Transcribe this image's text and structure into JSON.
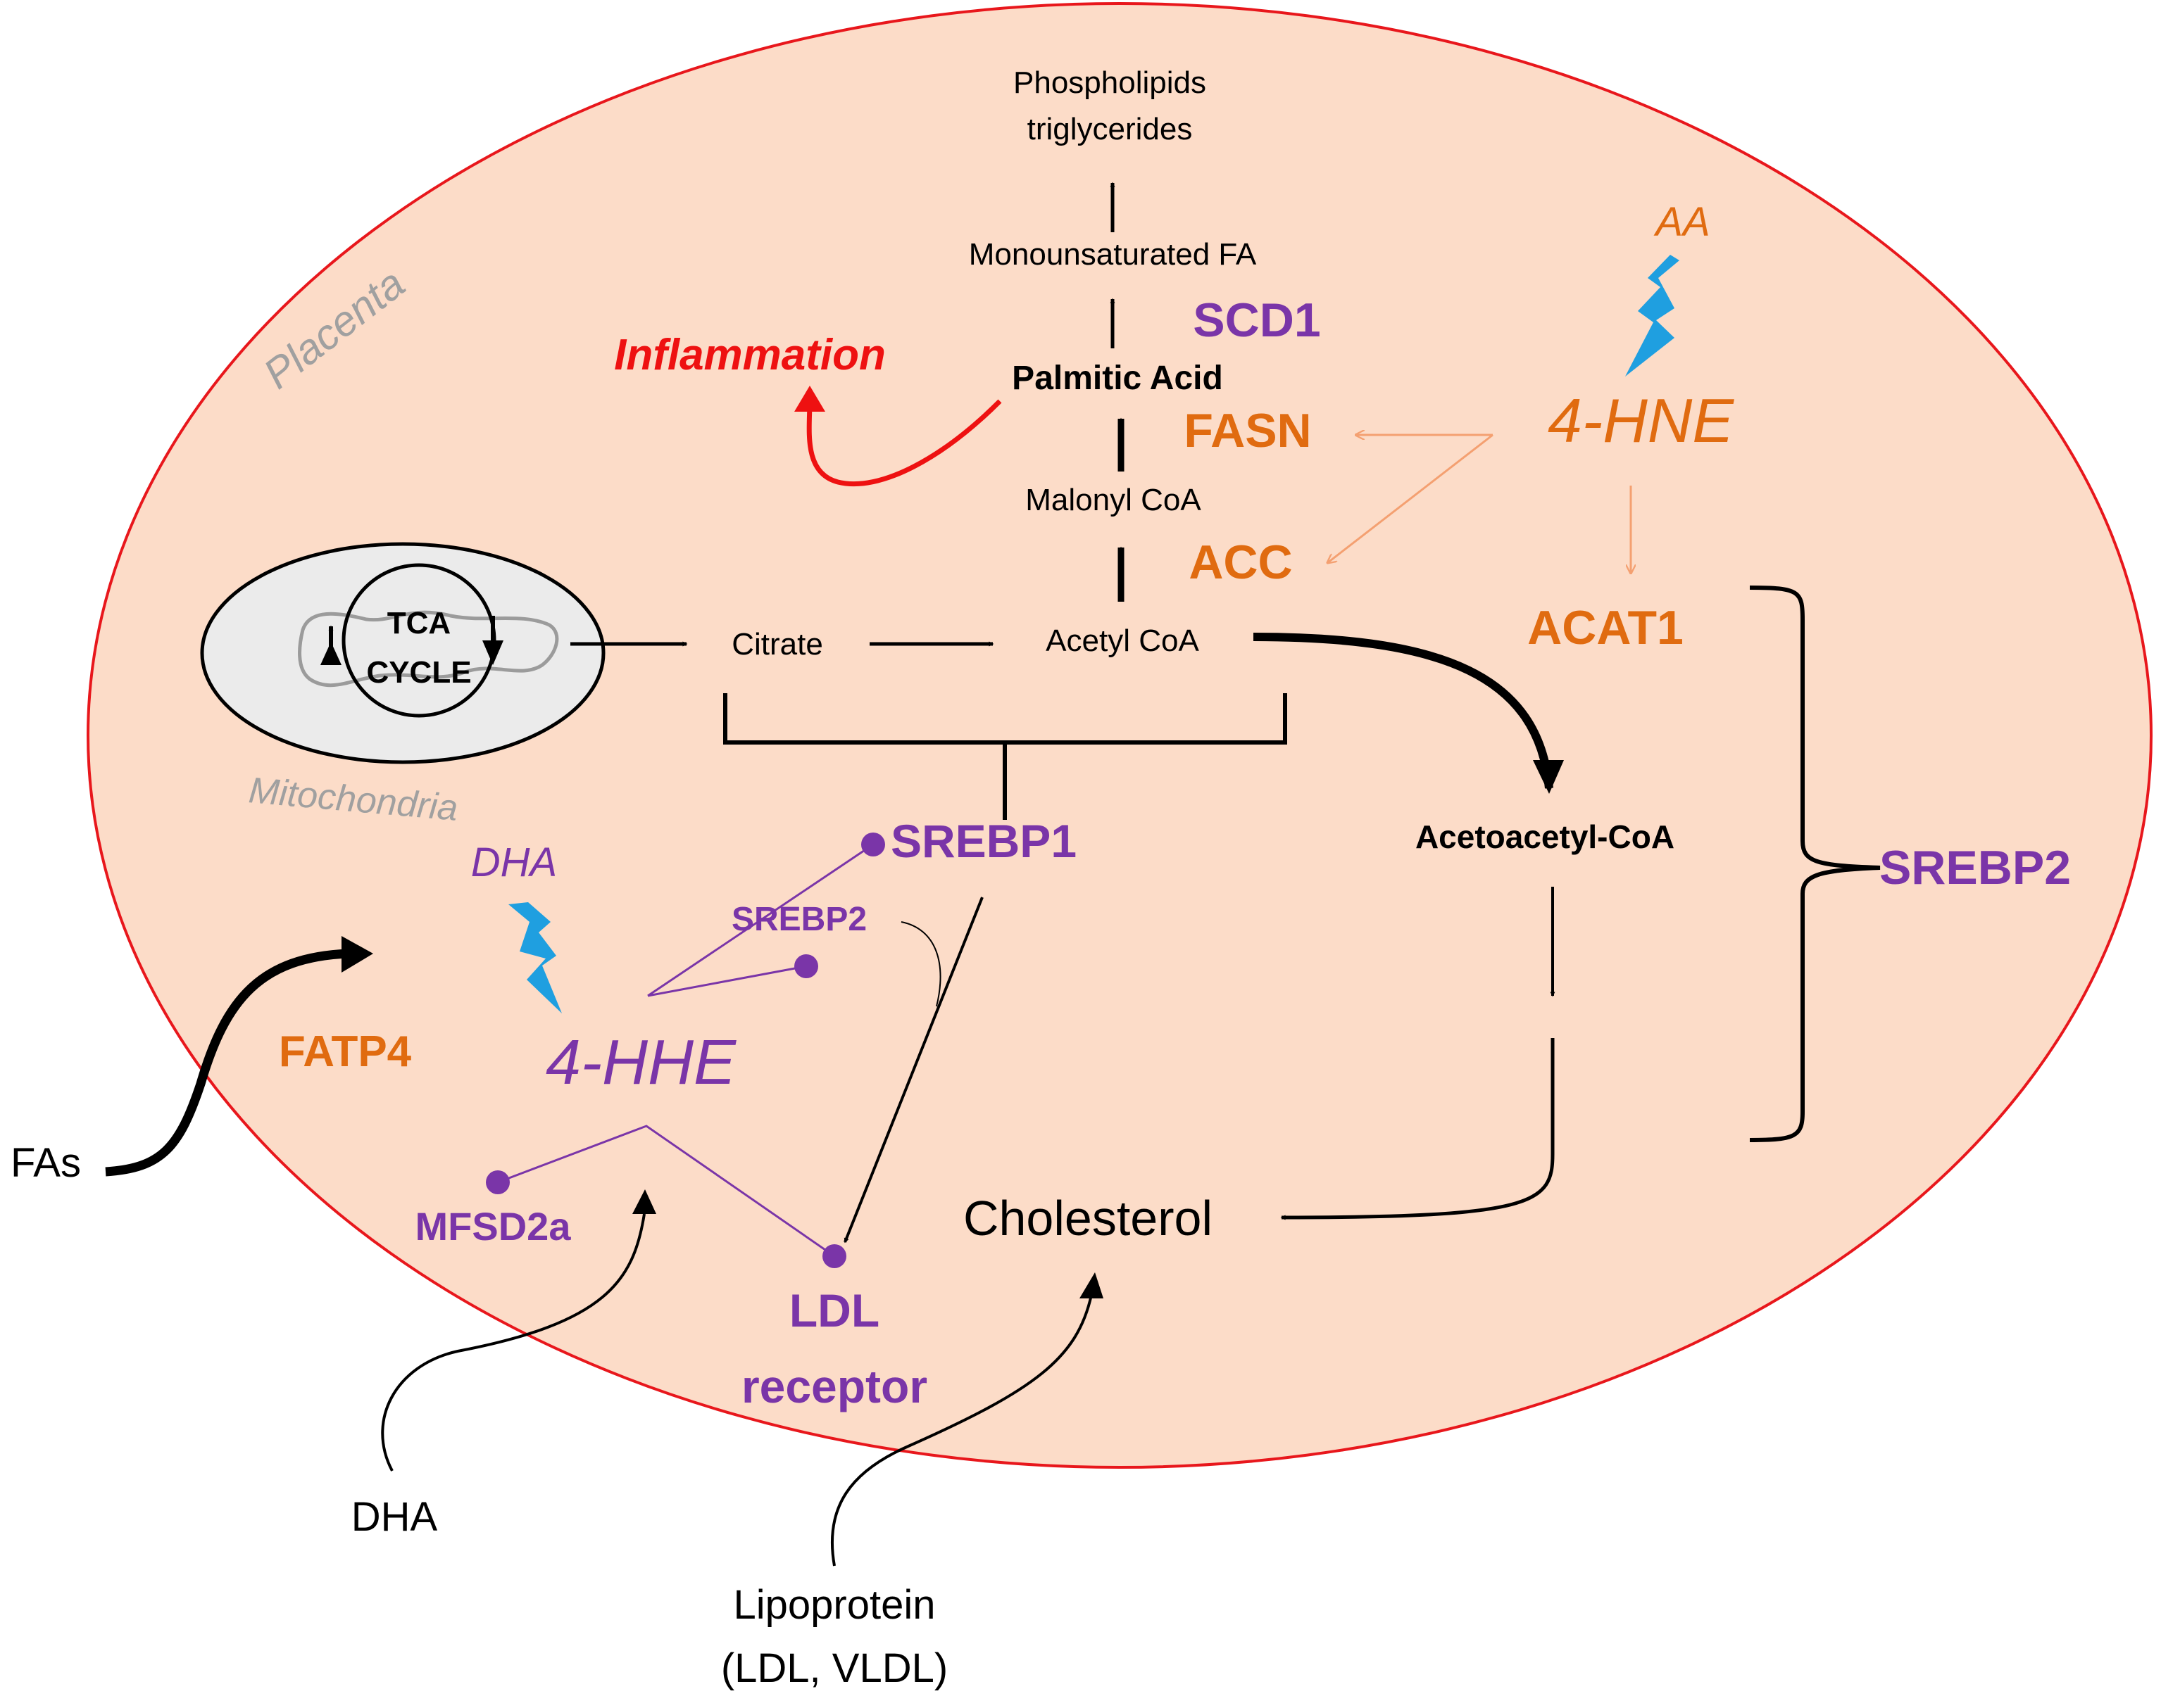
{
  "labels": {
    "placenta": "Placenta",
    "mitochondria": "Mitochondria",
    "tca_line1": "TCA",
    "tca_line2": "CYCLE",
    "phospholipids": "Phospholipids",
    "triglycerides": "triglycerides",
    "mufa": "Monounsaturated FA",
    "palmitic_acid": "Palmitic Acid",
    "malonyl_coa": "Malonyl CoA",
    "acetyl_coa": "Acetyl CoA",
    "citrate": "Citrate",
    "acetoacetyl_coa": "Acetoacetyl-CoA",
    "cholesterol": "Cholesterol",
    "inflammation": "Inflammation",
    "aa": "AA",
    "hne": "4-HNE",
    "dha_inside": "DHA",
    "hhe": "4-HHE",
    "fas": "FAs",
    "dha_outside": "DHA",
    "lipoprotein": "Lipoprotein",
    "lipoprotein_sub": "(LDL, VLDL)"
  },
  "enzymes": {
    "scd1": "SCD1",
    "fasn": "FASN",
    "acc": "ACC",
    "acat1": "ACAT1",
    "fatp4": "FATP4",
    "srebp1": "SREBP1",
    "srebp2_small": "SREBP2",
    "srebp2_large": "SREBP2",
    "mfsd2a": "MFSD2a",
    "ldl_receptor_line1": "LDL",
    "ldl_receptor_line2": "receptor"
  },
  "colors": {
    "cell_fill": "#fcdcc8",
    "cell_stroke": "#e8171c",
    "orange": "#e06b10",
    "purple": "#7a35a8",
    "red": "#ee1111",
    "lightning": "#1f9fe0",
    "gray": "#a0a0a0",
    "thin_orange": "#f4a071"
  }
}
